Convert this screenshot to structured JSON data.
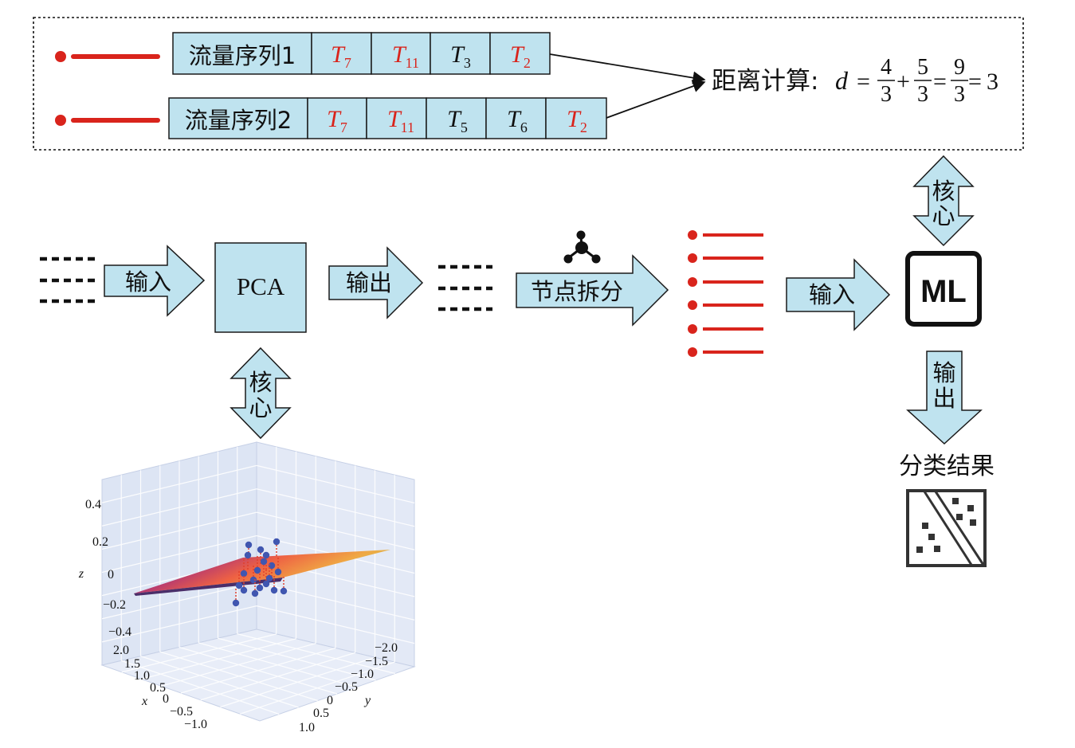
{
  "colors": {
    "box_fill": "#bfe3ef",
    "box_stroke": "#1a1a1a",
    "red": "#d9241c",
    "dark": "#111111",
    "plot_bg": "#dfe7f5",
    "point": "#4056b0"
  },
  "sequences": [
    {
      "label": "流量序列1",
      "tokens": [
        {
          "t": "T",
          "s": "7",
          "red": true
        },
        {
          "t": "T",
          "s": "11",
          "red": true
        },
        {
          "t": "T",
          "s": "3",
          "red": false
        },
        {
          "t": "T",
          "s": "2",
          "red": true
        }
      ]
    },
    {
      "label": "流量序列2",
      "tokens": [
        {
          "t": "T",
          "s": "7",
          "red": true
        },
        {
          "t": "T",
          "s": "11",
          "red": true
        },
        {
          "t": "T",
          "s": "5",
          "red": false
        },
        {
          "t": "T",
          "s": "6",
          "red": false
        },
        {
          "t": "T",
          "s": "2",
          "red": true
        }
      ]
    }
  ],
  "distance": {
    "label": "距离计算:",
    "var": "d",
    "eq1": "=",
    "f1_num": "4",
    "f1_den": "3",
    "plus": "+",
    "f2_num": "5",
    "f2_den": "3",
    "eq2": "=",
    "f3_num": "9",
    "f3_den": "3",
    "eq3": "=",
    "result": "3"
  },
  "arrows": {
    "input1": "输入",
    "output1": "输出",
    "split": "节点拆分",
    "input2": "输入",
    "core_pca": [
      "核",
      "心"
    ],
    "core_ml": [
      "核",
      "心"
    ],
    "output_ml": [
      "输",
      "出"
    ]
  },
  "pca_label": "PCA",
  "ml_label": "ML",
  "result_label": "分类结果",
  "plot3d": {
    "z_ticks": [
      "0.4",
      "0.2",
      "0",
      "−0.2",
      "−0.4"
    ],
    "z_label": "z",
    "x_ticks": [
      "2.0",
      "1.5",
      "1.0",
      "0.5",
      "0",
      "−0.5",
      "−1.0"
    ],
    "x_label": "x",
    "y_ticks": [
      "−2.0",
      "−1.5",
      "−1.0",
      "−0.5",
      "0",
      "0.5",
      "1.0"
    ],
    "y_label": "y"
  }
}
